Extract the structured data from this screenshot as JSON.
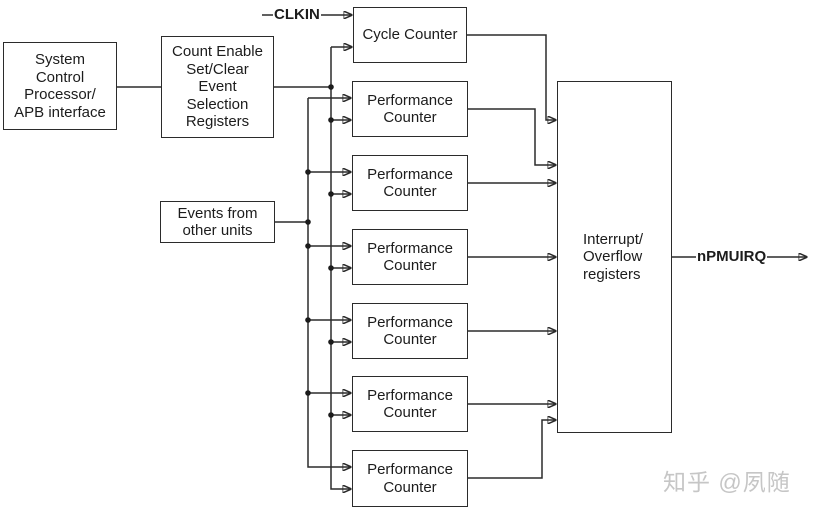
{
  "diagram": {
    "boxes": {
      "system_control_processor": "System\nControl\nProcessor/\nAPB interface",
      "count_enable_registers": "Count Enable\nSet/Clear\nEvent\nSelection\nRegisters",
      "events_from_other_units": "Events from\nother units",
      "cycle_counter": "Cycle Counter",
      "performance_counter": "Performance\nCounter",
      "interrupt_overflow_registers": "Interrupt/\nOverflow\nregisters"
    },
    "signals": {
      "clkin": "CLKIN",
      "npmuirq": "nPMUIRQ"
    },
    "performance_counter_count": 6,
    "colors": {
      "line": "#2b2b2b",
      "box_border": "#2b2b2b",
      "text": "#1c1c1c",
      "background": "#ffffff",
      "watermark": "#c6c6c6"
    }
  },
  "watermark": "知乎 @夙随"
}
